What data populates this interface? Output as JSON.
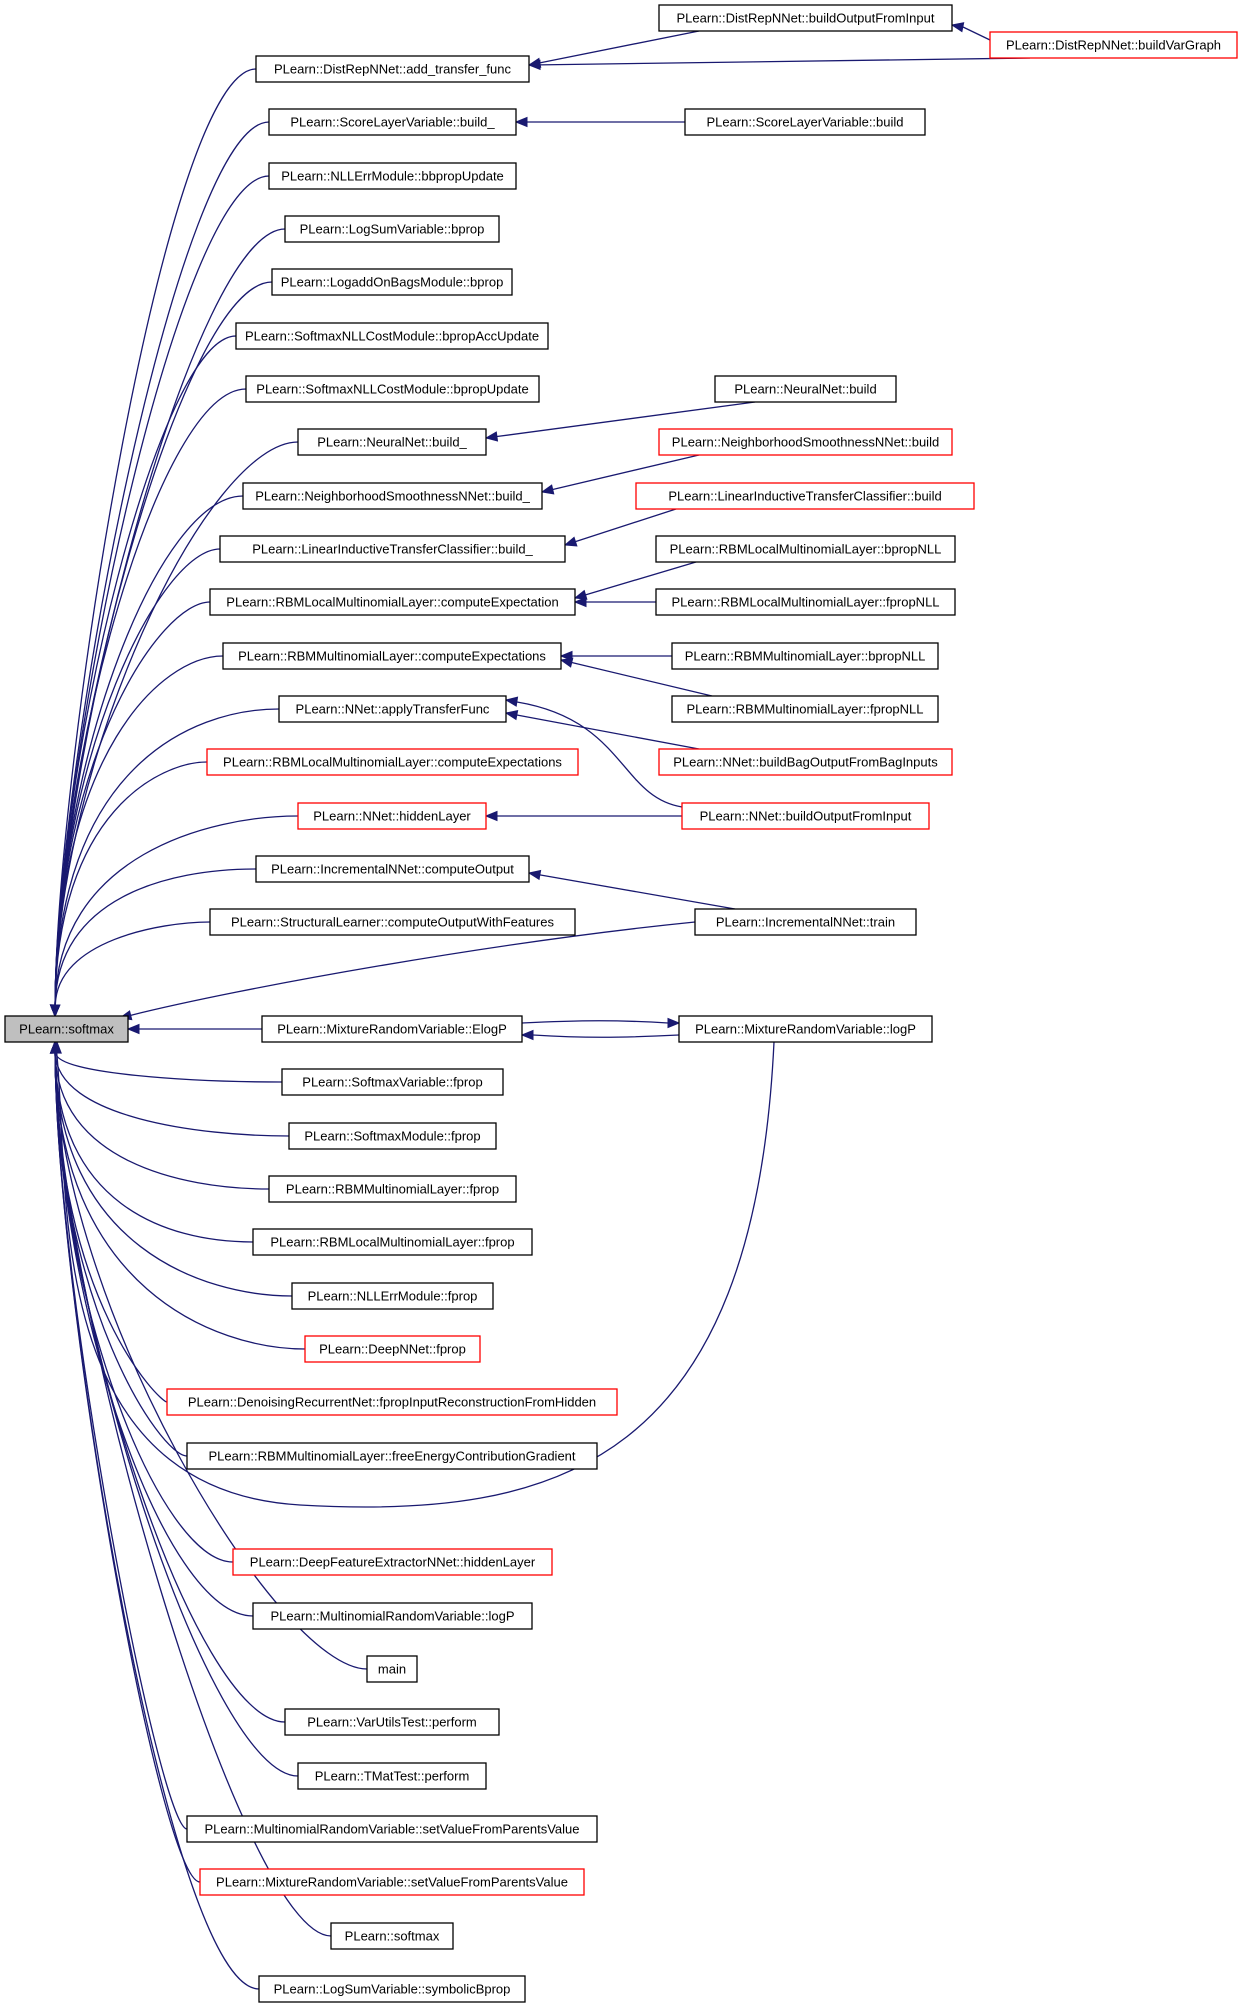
{
  "graph": {
    "title": "",
    "colors": {
      "edge": "#191970",
      "node_border_default": "#000000",
      "node_border_truncated": "#ff0000",
      "root_fill": "#bfbfbf",
      "node_fill": "#ffffff"
    },
    "root": "PLearn::softmax",
    "level1_callers": [
      "PLearn::DistRepNNet::add_transfer_func",
      "PLearn::ScoreLayerVariable::build_",
      "PLearn::NLLErrModule::bbpropUpdate",
      "PLearn::LogSumVariable::bprop",
      "PLearn::LogaddOnBagsModule::bprop",
      "PLearn::SoftmaxNLLCostModule::bpropAccUpdate",
      "PLearn::SoftmaxNLLCostModule::bpropUpdate",
      "PLearn::NeuralNet::build_",
      "PLearn::NeighborhoodSmoothnessNNet::build_",
      "PLearn::LinearInductiveTransferClassifier::build_",
      "PLearn::RBMLocalMultinomialLayer::computeExpectation",
      "PLearn::RBMMultinomialLayer::computeExpectations",
      "PLearn::NNet::applyTransferFunc",
      "PLearn::RBMLocalMultinomialLayer::computeExpectations",
      "PLearn::NNet::hiddenLayer",
      "PLearn::IncrementalNNet::computeOutput",
      "PLearn::StructuralLearner::computeOutputWithFeatures",
      "PLearn::MixtureRandomVariable::ElogP",
      "PLearn::SoftmaxVariable::fprop",
      "PLearn::SoftmaxModule::fprop",
      "PLearn::RBMMultinomialLayer::fprop",
      "PLearn::RBMLocalMultinomialLayer::fprop",
      "PLearn::NLLErrModule::fprop",
      "PLearn::DeepNNet::fprop",
      "PLearn::DenoisingRecurrentNet::fpropInputReconstructionFromHidden",
      "PLearn::RBMMultinomialLayer::freeEnergyContributionGradient",
      "PLearn::DeepFeatureExtractorNNet::hiddenLayer",
      "PLearn::MultinomialRandomVariable::logP",
      "main",
      "PLearn::VarUtilsTest::perform",
      "PLearn::TMatTest::perform",
      "PLearn::MultinomialRandomVariable::setValueFromParentsValue",
      "PLearn::MixtureRandomVariable::setValueFromParentsValue",
      "PLearn::softmax",
      "PLearn::LogSumVariable::symbolicBprop"
    ],
    "level2_callers": [
      "PLearn::DistRepNNet::buildOutputFromInput",
      "PLearn::ScoreLayerVariable::build",
      "PLearn::NeuralNet::build",
      "PLearn::NeighborhoodSmoothnessNNet::build",
      "PLearn::LinearInductiveTransferClassifier::build",
      "PLearn::RBMLocalMultinomialLayer::bpropNLL",
      "PLearn::RBMLocalMultinomialLayer::fpropNLL",
      "PLearn::RBMMultinomialLayer::bpropNLL",
      "PLearn::RBMMultinomialLayer::fpropNLL",
      "PLearn::NNet::buildBagOutputFromBagInputs",
      "PLearn::NNet::buildOutputFromInput",
      "PLearn::IncrementalNNet::train",
      "PLearn::MixtureRandomVariable::logP"
    ],
    "level3_callers": [
      "PLearn::DistRepNNet::buildVarGraph"
    ],
    "truncated_nodes": [
      "PLearn::DistRepNNet::buildVarGraph",
      "PLearn::NeighborhoodSmoothnessNNet::build",
      "PLearn::LinearInductiveTransferClassifier::build",
      "PLearn::NNet::buildBagOutputFromBagInputs",
      "PLearn::NNet::buildOutputFromInput",
      "PLearn::RBMLocalMultinomialLayer::computeExpectations",
      "PLearn::NNet::hiddenLayer",
      "PLearn::DeepNNet::fprop",
      "PLearn::DenoisingRecurrentNet::fpropInputReconstructionFromHidden",
      "PLearn::DeepFeatureExtractorNNet::hiddenLayer",
      "PLearn::MixtureRandomVariable::setValueFromParentsValue"
    ],
    "edges": [
      {
        "from": "PLearn::DistRepNNet::buildOutputFromInput",
        "to": "PLearn::DistRepNNet::add_transfer_func"
      },
      {
        "from": "PLearn::DistRepNNet::buildVarGraph",
        "to": "PLearn::DistRepNNet::add_transfer_func"
      },
      {
        "from": "PLearn::DistRepNNet::buildVarGraph",
        "to": "PLearn::DistRepNNet::buildOutputFromInput"
      },
      {
        "from": "PLearn::ScoreLayerVariable::build",
        "to": "PLearn::ScoreLayerVariable::build_"
      },
      {
        "from": "PLearn::NeuralNet::build",
        "to": "PLearn::NeuralNet::build_"
      },
      {
        "from": "PLearn::NeighborhoodSmoothnessNNet::build",
        "to": "PLearn::NeighborhoodSmoothnessNNet::build_"
      },
      {
        "from": "PLearn::LinearInductiveTransferClassifier::build",
        "to": "PLearn::LinearInductiveTransferClassifier::build_"
      },
      {
        "from": "PLearn::RBMLocalMultinomialLayer::bpropNLL",
        "to": "PLearn::RBMLocalMultinomialLayer::computeExpectation"
      },
      {
        "from": "PLearn::RBMLocalMultinomialLayer::fpropNLL",
        "to": "PLearn::RBMLocalMultinomialLayer::computeExpectation"
      },
      {
        "from": "PLearn::RBMMultinomialLayer::bpropNLL",
        "to": "PLearn::RBMMultinomialLayer::computeExpectations"
      },
      {
        "from": "PLearn::RBMMultinomialLayer::fpropNLL",
        "to": "PLearn::RBMMultinomialLayer::computeExpectations"
      },
      {
        "from": "PLearn::NNet::buildBagOutputFromBagInputs",
        "to": "PLearn::NNet::applyTransferFunc"
      },
      {
        "from": "PLearn::NNet::buildOutputFromInput",
        "to": "PLearn::NNet::applyTransferFunc"
      },
      {
        "from": "PLearn::NNet::buildOutputFromInput",
        "to": "PLearn::NNet::hiddenLayer"
      },
      {
        "from": "PLearn::IncrementalNNet::train",
        "to": "PLearn::IncrementalNNet::computeOutput"
      },
      {
        "from": "PLearn::IncrementalNNet::train",
        "to": "PLearn::softmax"
      },
      {
        "from": "PLearn::MixtureRandomVariable::logP",
        "to": "PLearn::MixtureRandomVariable::ElogP"
      },
      {
        "from": "PLearn::MixtureRandomVariable::ElogP",
        "to": "PLearn::MixtureRandomVariable::logP"
      },
      {
        "from": "PLearn::MixtureRandomVariable::logP",
        "to": "PLearn::softmax"
      }
    ]
  }
}
